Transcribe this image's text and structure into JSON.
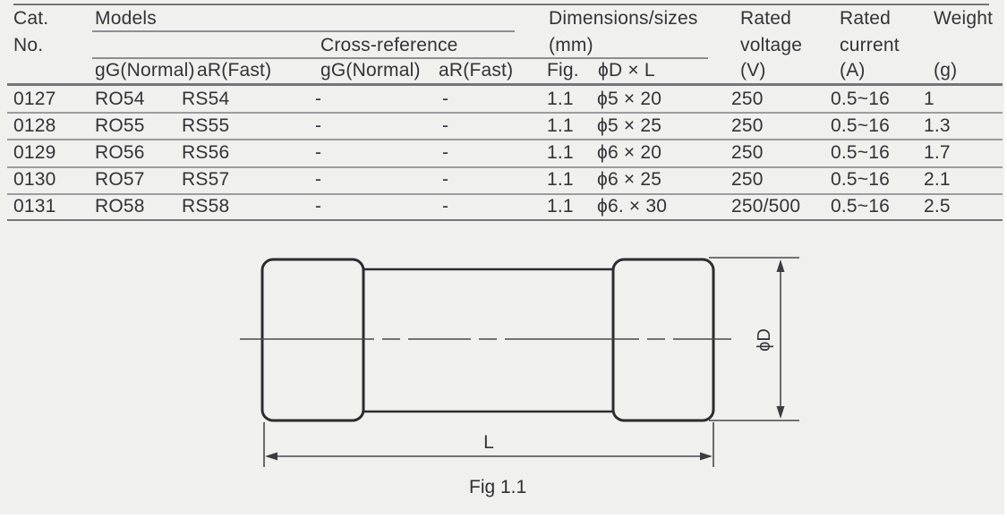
{
  "table": {
    "header": {
      "cat": "Cat.",
      "no": "No.",
      "models": "Models",
      "cross_reference": "Cross-reference",
      "dims1": "Dimensions/sizes",
      "dims2": "(mm)",
      "col_gg1": "gG(Normal)",
      "col_ar1": "aR(Fast)",
      "col_gg2": "gG(Normal)",
      "col_ar2": "aR(Fast)",
      "col_fig": "Fig.",
      "col_dl": "ϕD × L",
      "rated_v1": "Rated",
      "rated_v2": "voltage",
      "rated_v3": "(V)",
      "rated_c1": "Rated",
      "rated_c2": "current",
      "rated_c3": "(A)",
      "weight1": "Weight",
      "weight3": "(g)"
    },
    "rows": [
      {
        "cat": "0127",
        "model_gg": "RO54",
        "model_ar": "RS54",
        "xref_gg": "-",
        "xref_ar": "-",
        "fig": "1.1",
        "d_l": "ϕ5 × 20",
        "voltage": "250",
        "current": "0.5~16",
        "weight": "1"
      },
      {
        "cat": "0128",
        "model_gg": "RO55",
        "model_ar": "RS55",
        "xref_gg": "-",
        "xref_ar": "-",
        "fig": "1.1",
        "d_l": "ϕ5 × 25",
        "voltage": "250",
        "current": "0.5~16",
        "weight": "1.3"
      },
      {
        "cat": "0129",
        "model_gg": "RO56",
        "model_ar": "RS56",
        "xref_gg": "-",
        "xref_ar": "-",
        "fig": "1.1",
        "d_l": "ϕ6 × 20",
        "voltage": "250",
        "current": "0.5~16",
        "weight": "1.7"
      },
      {
        "cat": "0130",
        "model_gg": "RO57",
        "model_ar": "RS57",
        "xref_gg": "-",
        "xref_ar": "-",
        "fig": "1.1",
        "d_l": "ϕ6 × 25",
        "voltage": "250",
        "current": "0.5~16",
        "weight": "2.1"
      },
      {
        "cat": "0131",
        "model_gg": "RO58",
        "model_ar": "RS58",
        "xref_gg": "-",
        "xref_ar": "-",
        "fig": "1.1",
        "d_l": "ϕ6. × 30",
        "voltage": "250/500",
        "current": "0.5~16",
        "weight": "2.5"
      }
    ]
  },
  "figure": {
    "caption": "Fig 1.1",
    "label_diameter": "ϕD",
    "label_length": "L"
  },
  "colors": {
    "background": "#f0f0ee",
    "text": "#333338",
    "rule_dark": "#74747a",
    "rule_light": "#9b9ba1",
    "drawing_stroke": "#2c2c30",
    "dimension_stroke": "#48484c"
  }
}
